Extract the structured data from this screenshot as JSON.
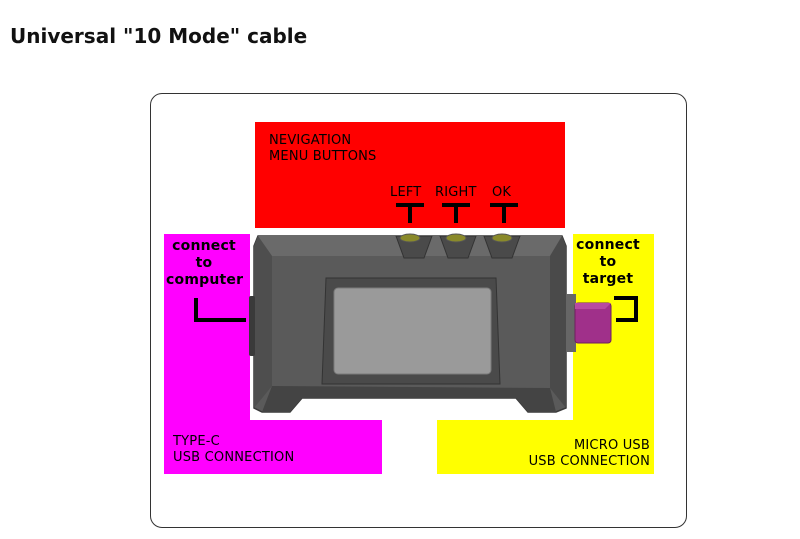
{
  "title": "Universal \"10 Mode\" cable",
  "navigation_label": {
    "line1": "NEVIGATION",
    "line2": "MENU BUTTONS"
  },
  "buttons": {
    "left": "LEFT",
    "right": "RIGHT",
    "ok": "OK"
  },
  "left_port": {
    "connect_line1": "connect",
    "connect_line2": "to",
    "connect_line3": "computer",
    "type_line1": "TYPE-C",
    "type_line2": "USB CONNECTION"
  },
  "right_port": {
    "connect_line1": "connect",
    "connect_line2": "to",
    "connect_line3": "target",
    "type_line1": "MICRO USB",
    "type_line2": "USB CONNECTION"
  },
  "colors": {
    "navigation_box": "#ff0000",
    "left_box": "#ff00ff",
    "right_box": "#ffff00",
    "device_body": "#555555",
    "screen": "#9a9a9a",
    "connector": "#a0308a"
  }
}
